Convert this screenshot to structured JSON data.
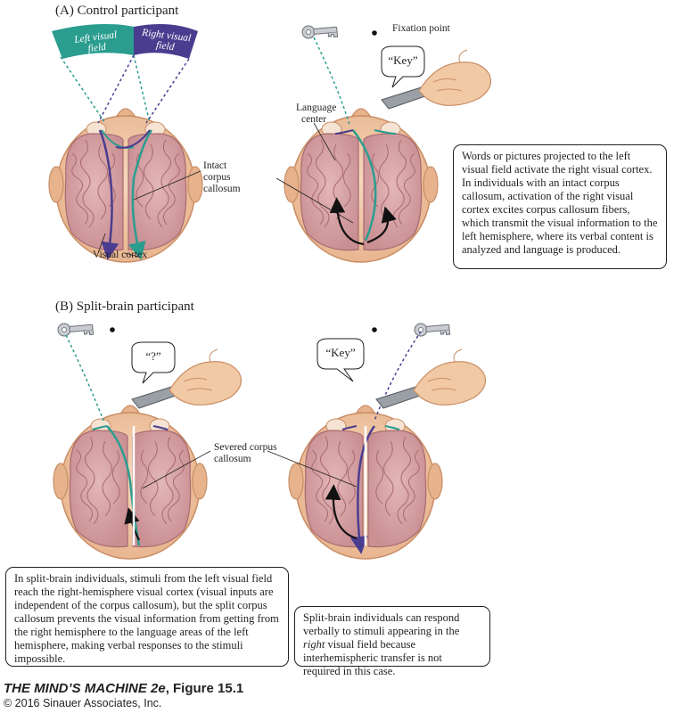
{
  "panel_a": {
    "title": "(A)  Control participant",
    "left_visual_field": [
      "Left visual",
      "field"
    ],
    "right_visual_field": [
      "Right visual",
      "field"
    ],
    "fixation_label": "Fixation point",
    "speech": "“Key”",
    "language_center": [
      "Language",
      "center"
    ],
    "intact_cc": [
      "Intact",
      "corpus",
      "callosum"
    ],
    "visual_cortex": "Visual cortex",
    "caption": "Words or pictures projected to the left visual field activate the right visual cortex. In individuals with an intact corpus callosum, activation of the right visual cortex excites corpus callosum fibers, which transmit the visual information to the left hemisphere, where its verbal content is analyzed and language is produced."
  },
  "panel_b": {
    "title": "(B)  Split-brain participant",
    "speech_left": "“?”",
    "speech_right": "“Key”",
    "severed_cc": [
      "Severed corpus",
      "callosum"
    ],
    "caption_left": "In split-brain individuals, stimuli from the left visual field reach the right-hemisphere visual cortex (visual inputs are independent of the corpus callosum), but the split corpus callosum prevents the visual information from getting from the right hemisphere to the language areas of the left hemisphere, making verbal responses to the stimuli impossible.",
    "caption_right_pre": "Split-brain individuals can respond verbally to stimuli appearing in the ",
    "caption_right_em": "right",
    "caption_right_post": " visual field because interhemispheric transfer is not required in this case."
  },
  "footer": {
    "book": "THE MIND’S MACHINE 2e",
    "figure": ", Figure 15.1",
    "copyright": "© 2016 Sinauer Associates, Inc."
  },
  "colors": {
    "teal": "#2a9d8f",
    "teal_light": "#6cc4b3",
    "purple": "#4a3d8f",
    "purple_light": "#7e6bb5",
    "skin": "#f1c9a5",
    "skin_dark": "#c98e66",
    "brain": "#d6a1a4",
    "brain_line": "#a86a70"
  }
}
